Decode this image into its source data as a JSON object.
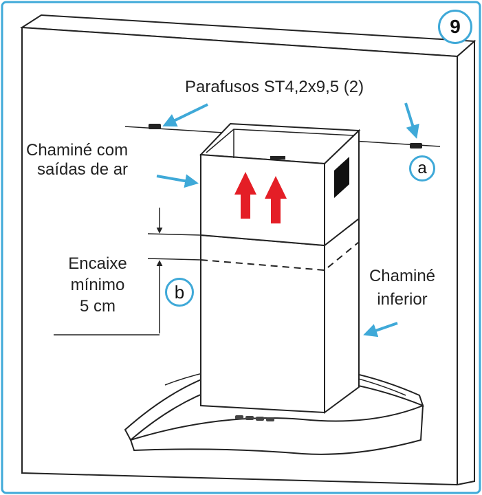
{
  "step_number": "9",
  "labels": {
    "screws": "Parafusos ST4,2x9,5 (2)",
    "upper_chimney_line1": "Chaminé com",
    "upper_chimney_line2": "saídas de ar",
    "fit_line1": "Encaixe",
    "fit_line2": "mínimo",
    "fit_line3": "5 cm",
    "lower_chimney_line1": "Chaminé",
    "lower_chimney_line2": "inferior"
  },
  "callouts": {
    "a": "a",
    "b": "b"
  },
  "colors": {
    "frame": "#3fa9d8",
    "pointer_arrows": "#3fa9d8",
    "airflow_arrows": "#e41e26",
    "line_art": "#222222"
  },
  "icons": [
    "screw-icon",
    "airflow-arrow-icon",
    "pointer-arrow-icon"
  ]
}
